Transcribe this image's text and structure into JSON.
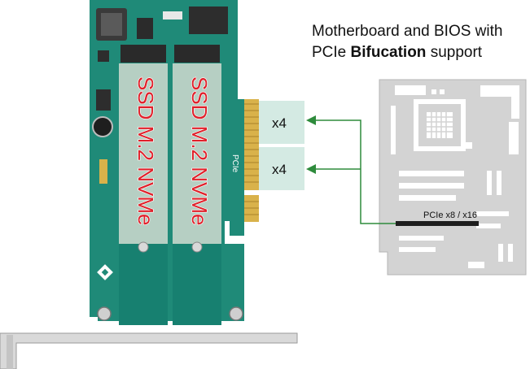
{
  "headline": {
    "line1": "Motherboard and BIOS with",
    "line2_prefix": "PCIe ",
    "line2_bold": "Bifucation",
    "line2_suffix": " support"
  },
  "lanes": [
    {
      "label": "x4"
    },
    {
      "label": "x4"
    }
  ],
  "ssd_slots": [
    {
      "label": "SSD M.2 NVMe"
    },
    {
      "label": "SSD M.2 NVMe"
    }
  ],
  "motherboard": {
    "slot_label": "PCIe x8 / x16"
  },
  "card": {
    "pcb_marking": "PCIe"
  },
  "colors": {
    "pcb": "#1f8a78",
    "pcb_dark": "#146a5c",
    "ssd_area": "#b6cfc3",
    "lane_box": "#d4eae3",
    "arrow": "#2e8b3c",
    "board": "#cfcfcf",
    "ssd_text": "#e0202a"
  }
}
